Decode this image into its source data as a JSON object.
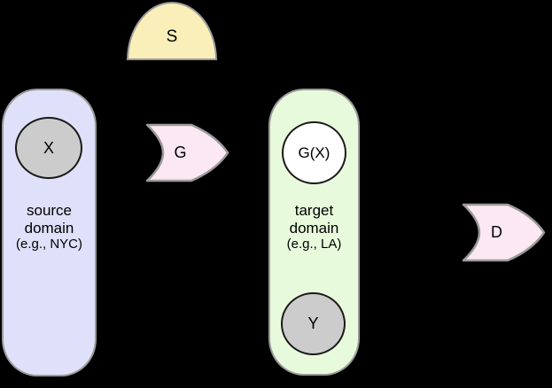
{
  "diagram": {
    "background_color": "#000000",
    "nodes": {
      "s": {
        "label": "S",
        "shape": "dome",
        "fill": "#faeeb9",
        "stroke": "#9a9a9a"
      },
      "source_domain": {
        "line1": "source",
        "line2": "domain",
        "line3": "(e.g., NYC)",
        "fill": "#dee1f9",
        "stroke": "#9a9a9a"
      },
      "target_domain": {
        "line1": "target",
        "line2": "domain",
        "line3": "(e.g., LA)",
        "fill": "#e8fadc",
        "stroke": "#9a9a9a"
      },
      "x": {
        "label": "X",
        "shape": "circle",
        "fill": "#cccccc",
        "stroke": "#1a1a1a"
      },
      "gx": {
        "label": "G(X)",
        "shape": "circle",
        "fill": "#ffffff",
        "stroke": "#1a1a1a"
      },
      "y": {
        "label": "Y",
        "shape": "circle",
        "fill": "#cccccc",
        "stroke": "#1a1a1a"
      },
      "g": {
        "label": "G",
        "shape": "arrow",
        "fill": "#fce8f3",
        "stroke": "#9a9a9a"
      },
      "d": {
        "label": "D",
        "shape": "arrow",
        "fill": "#fce8f3",
        "stroke": "#9a9a9a"
      }
    }
  }
}
